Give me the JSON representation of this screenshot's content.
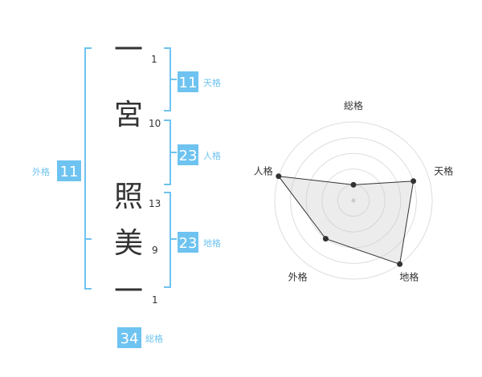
{
  "name": {
    "chars": [
      {
        "char": "一",
        "strokes": "1"
      },
      {
        "char": "宮",
        "strokes": "10"
      },
      {
        "char": "照",
        "strokes": "13"
      },
      {
        "char": "美",
        "strokes": "9"
      },
      {
        "char": "一",
        "strokes": "1"
      }
    ]
  },
  "scores": {
    "tenkaku": {
      "value": "11",
      "label": "天格"
    },
    "jinkaku": {
      "value": "23",
      "label": "人格"
    },
    "chikaku": {
      "value": "23",
      "label": "地格"
    },
    "gaikaku": {
      "value": "11",
      "label": "外格"
    },
    "soukaku": {
      "value": "34",
      "label": "総格"
    }
  },
  "colors": {
    "accent": "#6ec3f0",
    "text": "#333333",
    "ring": "#dddddd"
  },
  "chart_data": {
    "type": "radar",
    "axes": [
      "総格",
      "天格",
      "地格",
      "外格",
      "人格"
    ],
    "values": [
      1,
      4,
      5,
      3,
      5
    ],
    "max": 5,
    "grid": true
  }
}
